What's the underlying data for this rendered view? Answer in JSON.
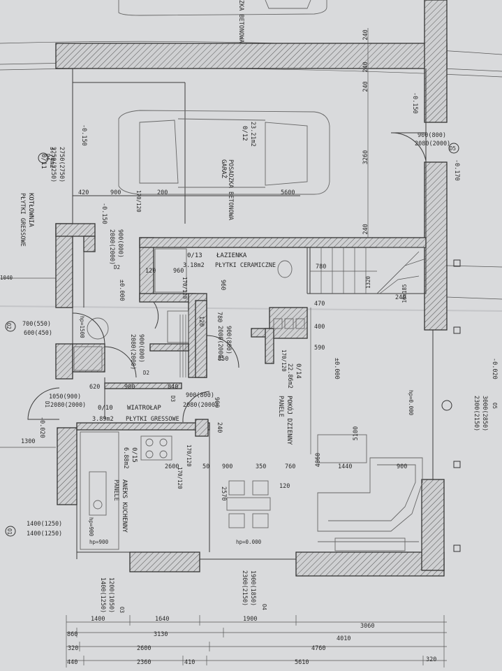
{
  "rooms": {
    "garaz": {
      "number": "0/12",
      "area": "23.21m2",
      "name": "GARAŻ",
      "floor": "POSADZKA BETONOWA"
    },
    "garaz_top_floor": "ZKA BETONOWA",
    "kotlownia": {
      "number": "0/11",
      "area": "3.74m2",
      "name": "KOTŁOWNIA",
      "floor": "PŁYTKI GRESSOWE"
    },
    "lazienka": {
      "number": "0/13",
      "area": "3.18m2",
      "name": "ŁAZIENKA",
      "floor": "PŁYTKI CERAMICZNE"
    },
    "wiatrolap": {
      "number": "0/10",
      "area": "3.89m2",
      "name": "WIATROŁAP",
      "floor": "PŁYTKI GRESSOWE"
    },
    "pokoj": {
      "number": "0/14",
      "area": "22.86m2",
      "name": "POKÓJ DZIENNY",
      "floor": "PANELE"
    },
    "aneks": {
      "number": "0/15",
      "area": "6.88m2",
      "name": "ANEKS KUCHENNY",
      "floor": "PANELE"
    }
  },
  "openings": {
    "d5": {
      "tag": "D5",
      "size": "900(800)",
      "height": "2080(2000)"
    },
    "d4_door": {
      "tag": "D4",
      "size": "2750(2750)",
      "height": "2250(2250)"
    },
    "d2_upper": {
      "tag": "D2",
      "size": "900(800)",
      "height": "2080(2000)"
    },
    "d2_lower": {
      "tag": "D2",
      "size": "900(800)",
      "height": "2080(2000)"
    },
    "d2_bath": {
      "tag": "D2",
      "size": "900(800)",
      "height": "2080(2000)"
    },
    "d3": {
      "tag": "D3",
      "size": "900(800)",
      "height": "2080(2000)"
    },
    "d1": {
      "tag": "D1",
      "size": "1050(900)",
      "height": "2080(2000)"
    },
    "o2": {
      "tag": "O2",
      "size": "700(550)",
      "height": "600(450)"
    },
    "o5": {
      "tag": "O5",
      "size": "3000(2850)",
      "height": "2300(2150)"
    },
    "o1": {
      "tag": "O1",
      "size": "1400(1250)",
      "height": "1400(1250)"
    },
    "o3": {
      "tag": "O3",
      "size": "1200(1050)",
      "height": "1400(1250)"
    },
    "o4": {
      "tag": "O4",
      "size": "1900(1850)",
      "height": "2300(2150)"
    },
    "d2_kitchen": {
      "size": "900(800)",
      "height": "2080(2000)"
    }
  },
  "levels": {
    "garage_upper": "-0.150",
    "garage_right": "-0.150",
    "garage_door": "-0.170",
    "kotlownia": "-0.150",
    "kotlownia_floor": "±0.000",
    "pokoj": "±0.000",
    "entry": "-0.020",
    "right_edge": "-0.020"
  },
  "heights": {
    "hp_1500": "hp=1500",
    "hp_0_right": "hp=0.000",
    "hp_900_a": "hp=900",
    "hp_900_b": "hp=900",
    "hp_0_bottom": "hp=0.000"
  },
  "dims": {
    "d240_a": "240",
    "d240_b": "240",
    "d240_c": "240",
    "d240_d": "240",
    "d3260": "3260",
    "d420": "420",
    "d900_g": "900",
    "d170_120_g": "170/120",
    "d200": "200",
    "d5600": "5600",
    "d120_a": "120",
    "d960_a": "960",
    "d170_120_b": "170/120",
    "d960_b": "960",
    "d780": "780",
    "d120_b": "120",
    "d850": "850",
    "d170_120_c": "170/120",
    "d470": "470",
    "d400": "400",
    "d590": "590",
    "d4060": "4060",
    "d5100": "5100",
    "d780_b": "780",
    "d1320": "1320",
    "d240_stairs": "240",
    "d16x185": "16x185",
    "d620": "620",
    "d900_w": "900",
    "d840": "840",
    "d900_v": "900",
    "d2600_k": "2600",
    "d50": "50",
    "d900_p": "900",
    "d350": "350",
    "d760": "760",
    "d1440": "1440",
    "d900_s": "900",
    "d120_c": "120",
    "d2570": "2570",
    "d170_120_k": "170/120",
    "d170_120_k2": "170/120",
    "d240_e": "240",
    "d1300": "1300",
    "row1": [
      "1400",
      "1640",
      "1900",
      "3060"
    ],
    "row2": [
      "860",
      "3130",
      "4010"
    ],
    "row3": [
      "320",
      "2600",
      "4760"
    ],
    "row4": [
      "440",
      "2360",
      "410",
      "5610",
      "320"
    ],
    "left_margin": "1040"
  }
}
